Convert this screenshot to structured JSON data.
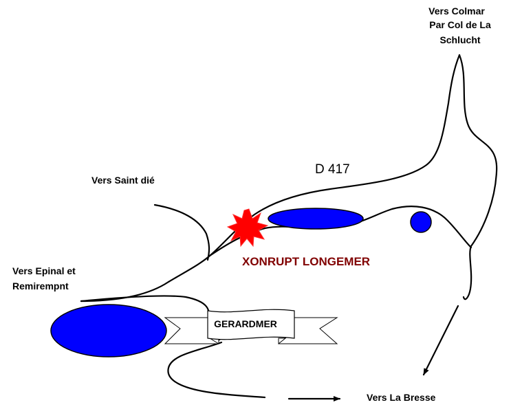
{
  "labels": {
    "colmar": [
      "Vers Colmar",
      "Par Col de La",
      "Schlucht"
    ],
    "road_number": "D 417",
    "saint_die": "Vers Saint dié",
    "epinal": [
      "Vers Epinal et",
      "Remirempnt"
    ],
    "xonrupt": "XONRUPT LONGEMER",
    "gerardmer": "GERARDMER",
    "la_bresse": "Vers La Bresse"
  },
  "colors": {
    "lake": "#0000ff",
    "marker": "#ff0000",
    "town_label": "#800000",
    "banner_fill": "#ffffff",
    "line": "#000000"
  },
  "icons": {
    "location_marker": "red-starburst-icon",
    "arrows": "arrow-icon"
  }
}
